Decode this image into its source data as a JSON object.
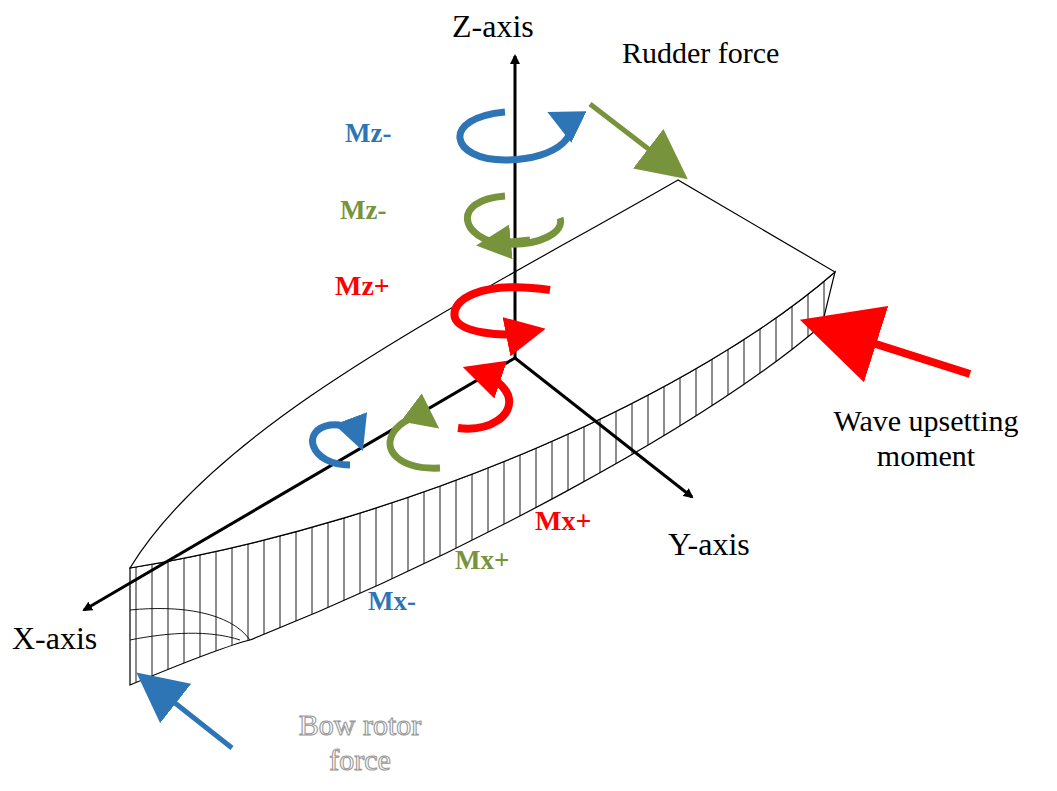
{
  "diagram": {
    "labels": [
      "Z-axis",
      "Rudder force",
      "Mz-",
      "Mz-",
      "Mz+",
      "Wave upsetting moment",
      "Mx+",
      "Mx+",
      "Mx-",
      "Y-axis",
      "X-axis",
      "Bow rotor force"
    ]
  }
}
